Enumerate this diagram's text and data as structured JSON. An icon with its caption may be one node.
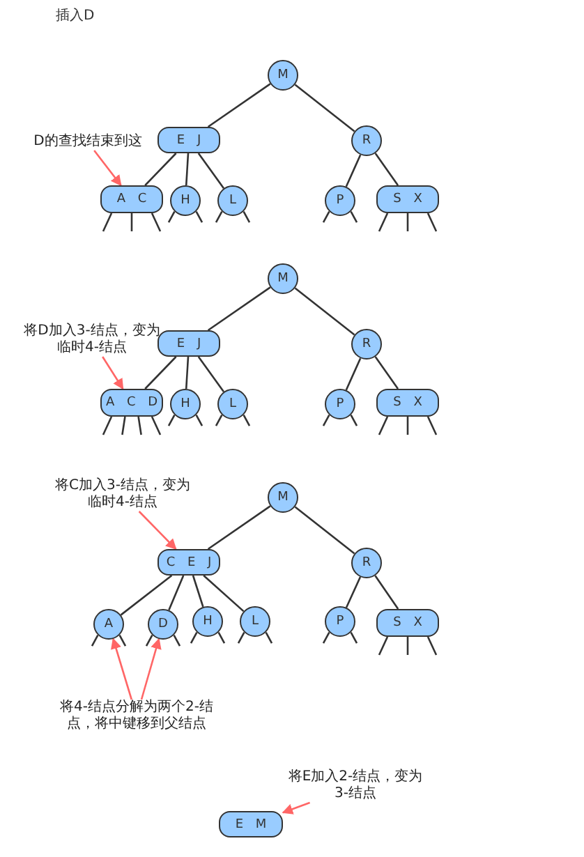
{
  "diagram": {
    "title": "插入D",
    "nodes": [
      {
        "text": [
          "M"
        ]
      },
      {
        "text": [
          "E J"
        ]
      },
      {
        "text": [
          "R"
        ]
      },
      {
        "text": [
          "A C"
        ]
      },
      {
        "text": [
          "H"
        ]
      },
      {
        "text": [
          "L"
        ]
      },
      {
        "text": [
          "P"
        ]
      },
      {
        "text": [
          "S X"
        ]
      },
      {
        "text": [
          "D的查找结束到这"
        ]
      },
      {
        "text": [
          "M"
        ]
      },
      {
        "text": [
          "E J"
        ]
      },
      {
        "text": [
          "R"
        ]
      },
      {
        "text": [
          "A C D"
        ]
      },
      {
        "text": [
          "H"
        ]
      },
      {
        "text": [
          "L"
        ]
      },
      {
        "text": [
          "P"
        ]
      },
      {
        "text": [
          "S X"
        ]
      },
      {
        "text": [
          "将D加入3-结点，变为临时4-结点"
        ]
      },
      {
        "text": [
          "将C加入3-结点，变为临时4-结点"
        ]
      },
      {
        "text": [
          "M"
        ]
      },
      {
        "text": [
          "C E J"
        ]
      },
      {
        "text": [
          "R"
        ]
      },
      {
        "text": [
          "A"
        ]
      },
      {
        "text": [
          "D"
        ]
      },
      {
        "text": [
          "H"
        ]
      },
      {
        "text": [
          "L"
        ]
      },
      {
        "text": [
          "P"
        ]
      },
      {
        "text": [
          "S X"
        ]
      },
      {
        "text": [
          "将4-结点分解为两个2-结点，将中键移到父结点"
        ]
      },
      {
        "text": [
          "将E加入2-结点，变为3-结点"
        ]
      },
      {
        "text": [
          "E M"
        ]
      }
    ],
    "edges": [
      {
        "from": 0,
        "to": 1,
        "arrow": "none"
      },
      {
        "from": 0,
        "to": 2,
        "arrow": "none"
      },
      {
        "from": 1,
        "to": 3,
        "arrow": "none"
      },
      {
        "from": 1,
        "to": 4,
        "arrow": "none"
      },
      {
        "from": 1,
        "to": 5,
        "arrow": "none"
      },
      {
        "from": 2,
        "to": 6,
        "arrow": "none"
      },
      {
        "from": 2,
        "to": 7,
        "arrow": "none"
      },
      {
        "from": 3,
        "to": null,
        "arrow": "none"
      },
      {
        "from": 3,
        "to": null,
        "arrow": "none"
      },
      {
        "from": 3,
        "to": null,
        "arrow": "none"
      },
      {
        "from": 4,
        "to": null,
        "arrow": "none"
      },
      {
        "from": 4,
        "to": null,
        "arrow": "none"
      },
      {
        "from": 5,
        "to": null,
        "arrow": "none"
      },
      {
        "from": 5,
        "to": null,
        "arrow": "none"
      },
      {
        "from": 6,
        "to": null,
        "arrow": "none"
      },
      {
        "from": 6,
        "to": null,
        "arrow": "none"
      },
      {
        "from": 7,
        "to": null,
        "arrow": "none"
      },
      {
        "from": 7,
        "to": null,
        "arrow": "none"
      },
      {
        "from": 7,
        "to": null,
        "arrow": "none"
      },
      {
        "from": 8,
        "to": 3,
        "arrow": "to",
        "color": "#ff6666"
      },
      {
        "from": 9,
        "to": 10,
        "arrow": "none"
      },
      {
        "from": 9,
        "to": 11,
        "arrow": "none"
      },
      {
        "from": 10,
        "to": 12,
        "arrow": "none"
      },
      {
        "from": 10,
        "to": 13,
        "arrow": "none"
      },
      {
        "from": 10,
        "to": 14,
        "arrow": "none"
      },
      {
        "from": 11,
        "to": 15,
        "arrow": "none"
      },
      {
        "from": 11,
        "to": 16,
        "arrow": "none"
      },
      {
        "from": 12,
        "to": null,
        "arrow": "none"
      },
      {
        "from": 12,
        "to": null,
        "arrow": "none"
      },
      {
        "from": 12,
        "to": null,
        "arrow": "none"
      },
      {
        "from": 12,
        "to": null,
        "arrow": "none"
      },
      {
        "from": 13,
        "to": null,
        "arrow": "none"
      },
      {
        "from": 13,
        "to": null,
        "arrow": "none"
      },
      {
        "from": 14,
        "to": null,
        "arrow": "none"
      },
      {
        "from": 14,
        "to": null,
        "arrow": "none"
      },
      {
        "from": 15,
        "to": null,
        "arrow": "none"
      },
      {
        "from": 15,
        "to": null,
        "arrow": "none"
      },
      {
        "from": 16,
        "to": null,
        "arrow": "none"
      },
      {
        "from": 16,
        "to": null,
        "arrow": "none"
      },
      {
        "from": 16,
        "to": null,
        "arrow": "none"
      },
      {
        "from": 17,
        "to": 12,
        "arrow": "to",
        "color": "#ff6666"
      },
      {
        "from": 19,
        "to": 20,
        "arrow": "none"
      },
      {
        "from": 19,
        "to": 21,
        "arrow": "none"
      },
      {
        "from": 20,
        "to": 22,
        "arrow": "none"
      },
      {
        "from": 20,
        "to": 23,
        "arrow": "none"
      },
      {
        "from": 20,
        "to": 24,
        "arrow": "none"
      },
      {
        "from": 20,
        "to": 25,
        "arrow": "none"
      },
      {
        "from": 21,
        "to": 26,
        "arrow": "none"
      },
      {
        "from": 21,
        "to": 27,
        "arrow": "none"
      },
      {
        "from": 22,
        "to": null,
        "arrow": "none"
      },
      {
        "from": 22,
        "to": null,
        "arrow": "none"
      },
      {
        "from": 23,
        "to": null,
        "arrow": "none"
      },
      {
        "from": 23,
        "to": null,
        "arrow": "none"
      },
      {
        "from": 24,
        "to": null,
        "arrow": "none"
      },
      {
        "from": 24,
        "to": null,
        "arrow": "none"
      },
      {
        "from": 25,
        "to": null,
        "arrow": "none"
      },
      {
        "from": 25,
        "to": null,
        "arrow": "none"
      },
      {
        "from": 26,
        "to": null,
        "arrow": "none"
      },
      {
        "from": 26,
        "to": null,
        "arrow": "none"
      },
      {
        "from": 27,
        "to": null,
        "arrow": "none"
      },
      {
        "from": 27,
        "to": null,
        "arrow": "none"
      },
      {
        "from": 27,
        "to": null,
        "arrow": "none"
      },
      {
        "from": 18,
        "to": 20,
        "arrow": "to",
        "color": "#ff6666"
      },
      {
        "from": 28,
        "to": 22,
        "arrow": "to",
        "color": "#ff6666"
      },
      {
        "from": 28,
        "to": 23,
        "arrow": "to",
        "color": "#ff6666"
      },
      {
        "from": 29,
        "to": 30,
        "arrow": "to",
        "color": "#ff6666"
      }
    ]
  }
}
